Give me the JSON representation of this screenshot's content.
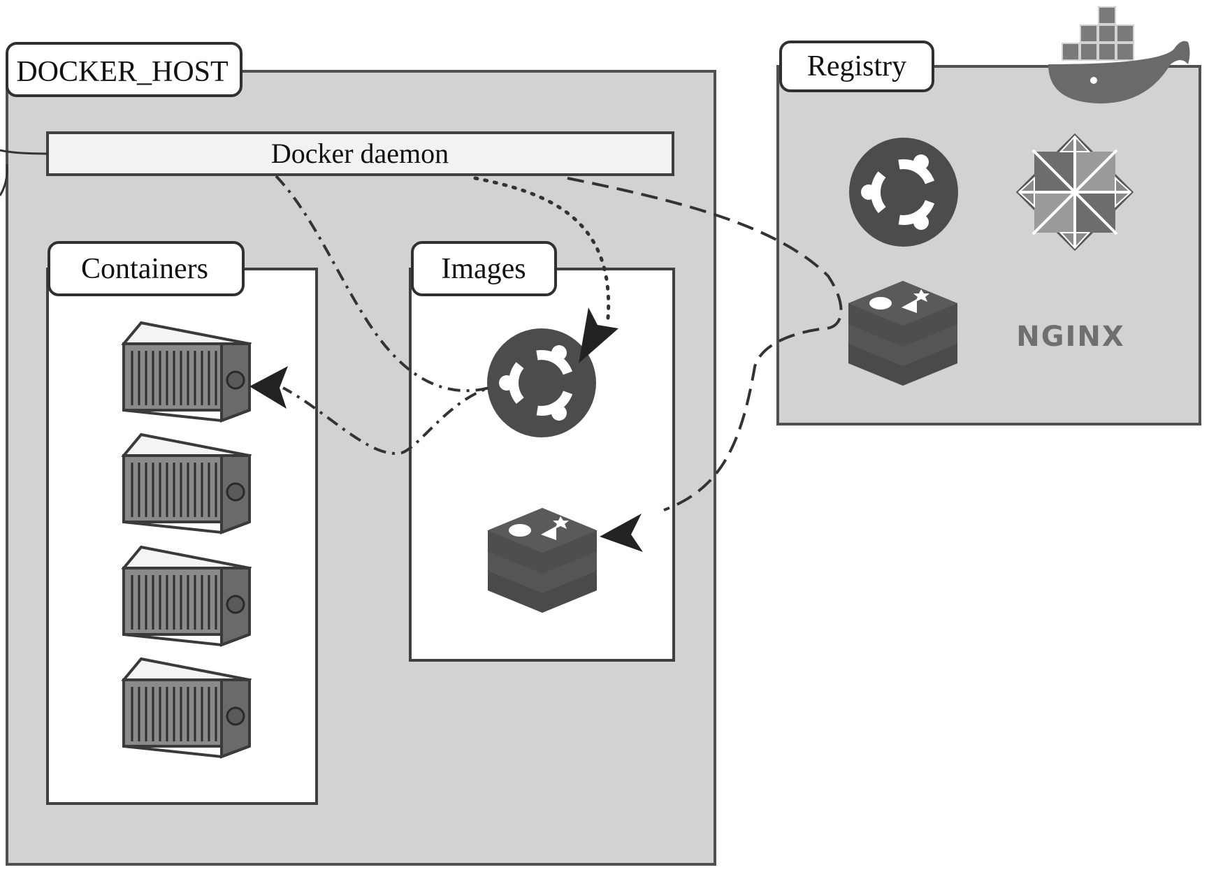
{
  "docker_host": {
    "label": "DOCKER_HOST",
    "daemon_label": "Docker daemon",
    "containers_label": "Containers",
    "images_label": "Images"
  },
  "registry": {
    "label": "Registry",
    "nginx_label": "NGINX"
  },
  "icons": [
    "docker-whale-icon",
    "ubuntu-icon",
    "centos-icon",
    "redis-icon",
    "nginx-icon",
    "shipping-container-icon"
  ],
  "colors": {
    "panel_fill": "#d2d2d2",
    "panel_stroke": "#505050",
    "white_panel": "#ffffff",
    "icon_dark": "#4a4a4a",
    "icon_mid": "#6a6a6a"
  }
}
